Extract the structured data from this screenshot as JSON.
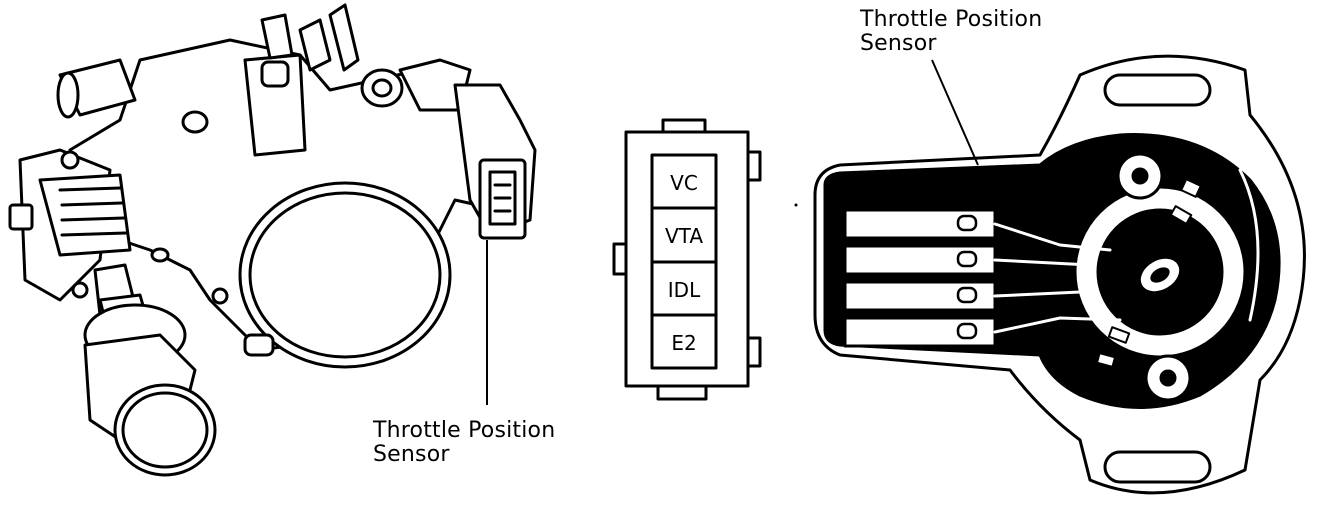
{
  "callouts": {
    "left": {
      "line1": "Throttle Position",
      "line2": "Sensor"
    },
    "right": {
      "line1": "Throttle Position",
      "line2": "Sensor"
    }
  },
  "connector": {
    "pins": [
      "VC",
      "VTA",
      "IDL",
      "E2"
    ]
  },
  "colors": {
    "ink": "#000000",
    "paper": "#ffffff"
  }
}
